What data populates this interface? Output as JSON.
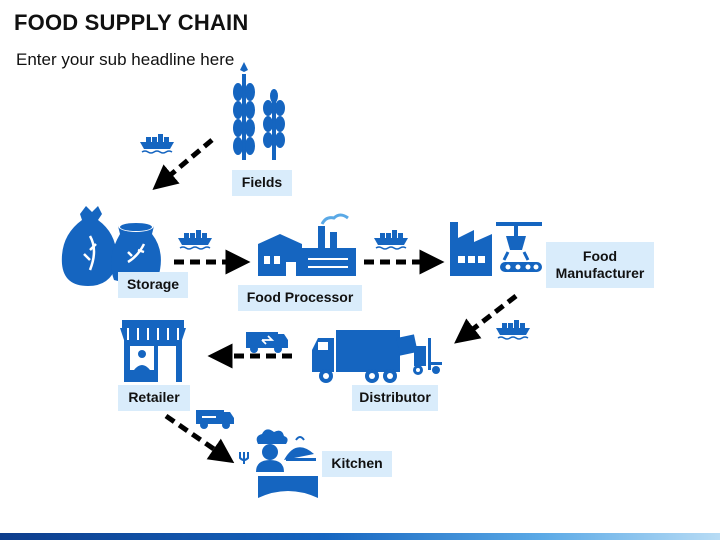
{
  "header": {
    "title": "FOOD SUPPLY CHAIN",
    "subtitle": "Enter your sub headline here"
  },
  "nodes": {
    "fields": "Fields",
    "storage": "Storage",
    "food_processor": "Food Processor",
    "food_manufacturer": "Food\nManufacturer",
    "distributor": "Distributor",
    "retailer": "Retailer",
    "kitchen": "Kitchen"
  },
  "colors": {
    "icon_blue": "#1565c0",
    "label_bg": "#d9ecfb",
    "arrow": "#000000"
  },
  "icons": [
    "wheat-icon",
    "ship-icon",
    "sack-icon",
    "factory-icon",
    "robotic-factory-icon",
    "truck-icon",
    "forklift-icon",
    "van-icon",
    "shop-icon",
    "chef-icon"
  ]
}
